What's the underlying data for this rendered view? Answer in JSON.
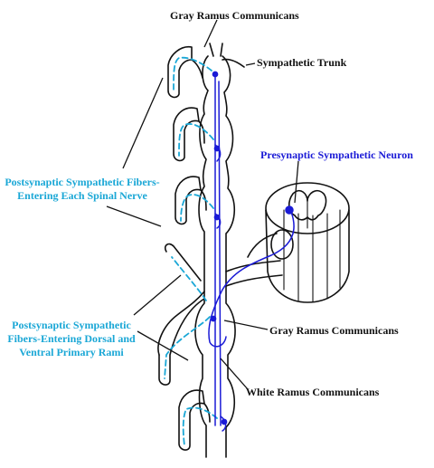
{
  "labels": {
    "gray_ramus_top": "Gray Ramus Communicans",
    "sympathetic_trunk": "Sympathetic Trunk",
    "presynaptic_neuron": "Presynaptic Sympathetic Neuron",
    "postsyn_spinal_line1": "Postsynaptic Sympathetic Fibers-",
    "postsyn_spinal_line2": "Entering Each Spinal Nerve",
    "postsyn_rami_line1": "Postsynaptic Sympathetic",
    "postsyn_rami_line2": "Fibers-Entering Dorsal and",
    "postsyn_rami_line3": "Ventral Primary Rami",
    "gray_ramus_bottom": "Gray Ramus Communicans",
    "white_ramus": "White Ramus Communicans"
  },
  "colors": {
    "outline": "#111111",
    "postsynaptic": "#1aa7d6",
    "presynaptic": "#1a1ad6"
  }
}
